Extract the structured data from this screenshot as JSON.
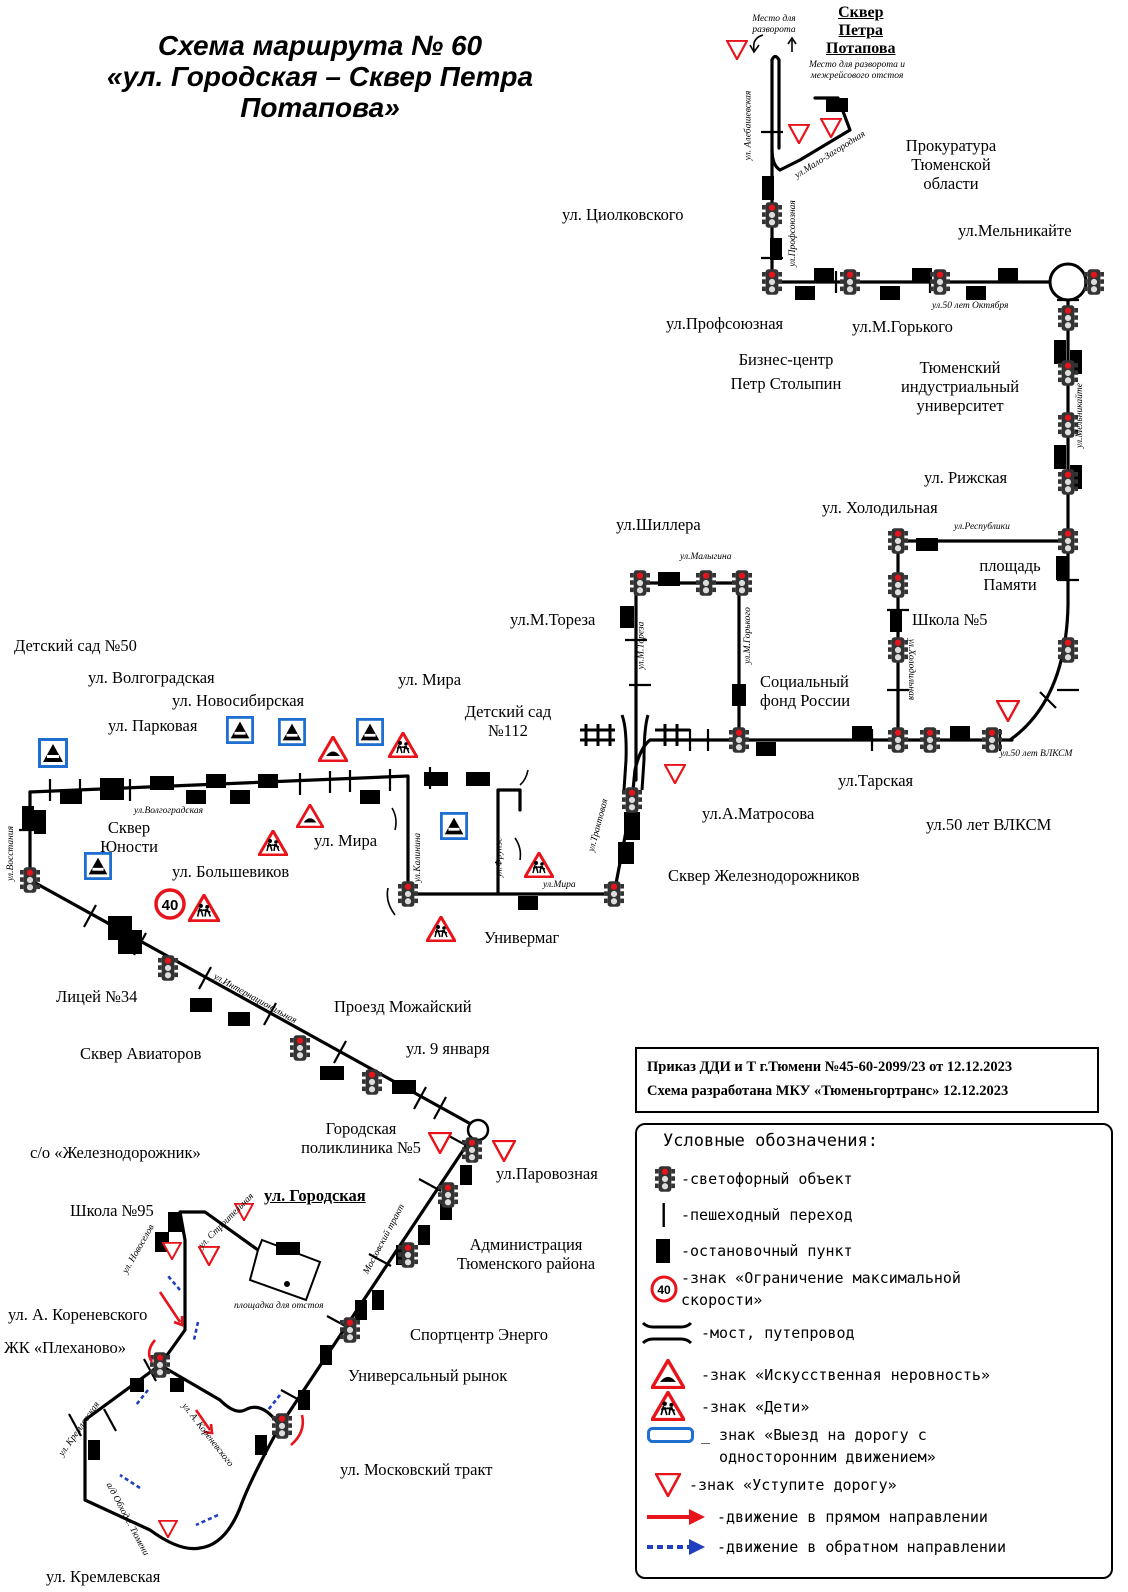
{
  "title": {
    "line1": "Схема маршрута № 60",
    "line2": "«ул. Городская – Сквер Петра",
    "line3": "Потапова»"
  },
  "labels": {
    "skver_potapova": "Сквер Петра Потапова",
    "skver_potapova_1": "Сквер",
    "skver_potapova_2": "Петра",
    "skver_potapova_3": "Потапова",
    "mesto_razvorota": "Место для разворота",
    "mesto_razvorota_mezhreys": "Место для разворота и межрейсового отстоя",
    "prokuratura_1": "Прокуратура",
    "prokuratura_2": "Тюменской",
    "prokuratura_3": "области",
    "melnikayte": "ул.Мельникайте",
    "tsiolkovskogo": "ул. Циолковского",
    "profsoyuznaya": "ул.Профсоюзная",
    "m_gorkogo": "ул.М.Горького",
    "biznes_1": "Бизнес-центр",
    "biznes_2": "Петр Столыпин",
    "tiu_1": "Тюменский",
    "tiu_2": "индустриальный",
    "tiu_3": "университет",
    "rizhskaya": "ул. Рижская",
    "holodilnaya": "ул. Холодильная",
    "ploshchad_1": "площадь",
    "ploshchad_2": "Памяти",
    "shkola5": "Школа №5",
    "shillera": "ул.Шиллера",
    "m_toreza": "ул.М.Тореза",
    "socfond_1": "Социальный",
    "socfond_2": "фонд России",
    "tarskaya": "ул.Тарская",
    "a_matrosova": "ул.А.Матросова",
    "vlksm": "ул.50 лет ВЛКСМ",
    "skver_zhd": "Сквер Железнодорожников",
    "univermag": "Универмаг",
    "detsad50": "Детский сад №50",
    "volgogradskaya": "ул. Волгоградская",
    "novosibirskaya": "ул. Новосибирская",
    "parkovaya": "ул. Парковая",
    "mira_top": "ул. Мира",
    "detsad112_1": "Детский сад",
    "detsad112_2": "№112",
    "skver_yunosti_1": "Сквер",
    "skver_yunosti_2": "Юности",
    "bolshevikov": "ул. Большевиков",
    "mira_mid": "ул. Мира",
    "litsey34": "Лицей №34",
    "skver_aviatorov": "Сквер Авиаторов",
    "mozhayskiy": "Проезд Можайский",
    "yanvarya9": "ул. 9 января",
    "poliklinika_1": "Городская",
    "poliklinika_2": "поликлиника №5",
    "parovoznaya": "ул.Паровозная",
    "administratsiya_1": "Администрация",
    "administratsiya_2": "Тюменского района",
    "sportcentr": "Спортцентр Энерго",
    "univ_rynok": "Универсальный рынок",
    "moskovskiy": "ул. Московский тракт",
    "zheleznodorozhnik": "с/о «Железнодорожник»",
    "shkola95": "Школа №95",
    "gorodskaya": "ул. Городская",
    "ploshchadka": "площадка для отстоя",
    "korenevskogo": "ул. А. Кореневского",
    "plekhanovo": "ЖК «Плеханово»",
    "kremlevskaya": "ул. Кремлевская"
  },
  "street_labels": {
    "lebedevskaya": "ул. Алебашевская",
    "malo_zagorodnaya": "ул.Мало-Загородная",
    "profsoyuznaya_v": "ул.Профсоюзная",
    "let50_oktyabrya": "ул.50 лет Октября",
    "melnikayte_v": "ул.Мельникайте",
    "respubliki": "ул.Республики",
    "malygina": "ул.Малыгина",
    "m_toreza_v": "ул.М.Тореза",
    "m_gorkogo_v": "ул.М.Горького",
    "holodilnaya_v": "ул.Холодильная",
    "vlksm_s": "ул.50 лет ВЛКСМ",
    "traktovaya": "ул.Трактовая",
    "volgogradskaya_s": "ул.Волгоградская",
    "vostaniya": "ул.Восстания",
    "kalinina": "ул.Калинина",
    "frunze": "ул.Фрунзе",
    "mira_s": "ул.Мира",
    "internatsionalnaya": "ул.Интернациональная",
    "moskovskiy_s": "Московский тракт",
    "novoselov": "ул. Новоселов",
    "stroitelnaya": "ул. Строительная",
    "kremlevskaya_v": "ул. Кремлевская",
    "a_korenevskogo_s": "ул. А. Кореневского",
    "obhod": "а/д Обход г. Тюмени"
  },
  "speed_value": "40",
  "info": {
    "line1": "Приказ ДДИ и Т г.Тюмени №45-60-2099/23 от 12.12.2023",
    "line2": "Схема разработана МКУ «Тюменьгортранс» 12.12.2023"
  },
  "legend": {
    "heading": "Условные обозначения:",
    "items": [
      {
        "icon": "traffic-light-icon",
        "text": "-светофорный объект"
      },
      {
        "icon": "pedestrian-crossing-icon",
        "text": "-пешеходный переход"
      },
      {
        "icon": "bus-stop-icon",
        "text": "-остановочный пункт"
      },
      {
        "icon": "speed-limit-icon",
        "text": "-знак «Ограничение максимальной",
        "text2": "скорости»"
      },
      {
        "icon": "bridge-icon",
        "text": "-мост, путепровод"
      },
      {
        "icon": "speed-bump-sign-icon",
        "text": "-знак «Искусственная неровность»"
      },
      {
        "icon": "children-sign-icon",
        "text": "-знак «Дети»"
      },
      {
        "icon": "one-way-sign-icon",
        "text": "_ знак «Выезд на дорогу с",
        "text2": "односторонним движением»"
      },
      {
        "icon": "yield-sign-icon",
        "text": "-знак «Уступите дорогу»"
      },
      {
        "icon": "forward-arrow-icon",
        "text": "-движение в прямом направлении"
      },
      {
        "icon": "reverse-arrow-icon",
        "text": "-движение в обратном направлении"
      }
    ]
  },
  "colors": {
    "route": "#000000",
    "forward": "#e8141b",
    "reverse": "#1f3fbf",
    "sign_red": "#e8141b",
    "sign_blue": "#1f6fd0"
  }
}
